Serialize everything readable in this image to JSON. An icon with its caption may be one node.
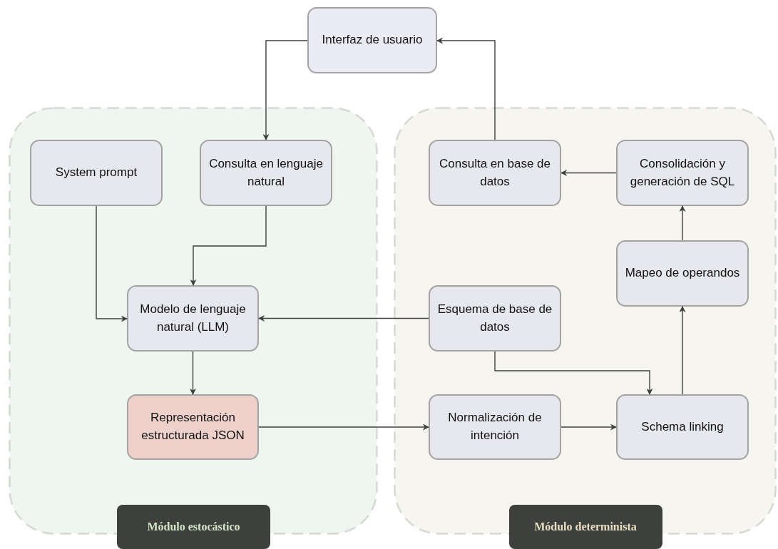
{
  "diagram": {
    "nodes": [
      {
        "text": [
          "Interfaz de usuario"
        ]
      },
      {
        "text": [
          "Módulo estocástico"
        ]
      },
      {
        "text": [
          "System prompt"
        ],
        "in": 1
      },
      {
        "text": [
          "Consulta en lenguaje natural"
        ],
        "in": 1
      },
      {
        "text": [
          "Modelo de lenguaje natural (LLM)"
        ],
        "in": 1
      },
      {
        "text": [
          "Representación estructurada JSON"
        ],
        "in": 1
      },
      {
        "text": [
          "Módulo determinista"
        ]
      },
      {
        "text": [
          "Consulta en base de datos"
        ],
        "in": 6
      },
      {
        "text": [
          "Consolidación y generación de SQL"
        ],
        "in": 6
      },
      {
        "text": [
          "Mapeo de operandos"
        ],
        "in": 6
      },
      {
        "text": [
          "Esquema de base de datos"
        ],
        "in": 6
      },
      {
        "text": [
          "Normalización de intención"
        ],
        "in": 6
      },
      {
        "text": [
          "Schema linking"
        ],
        "in": 6
      }
    ],
    "edges": [
      {
        "from": 0,
        "to": 3,
        "arrow": "to"
      },
      {
        "from": 3,
        "to": 4,
        "arrow": "to"
      },
      {
        "from": 2,
        "to": 4,
        "arrow": "to"
      },
      {
        "from": 10,
        "to": 4,
        "arrow": "to"
      },
      {
        "from": 4,
        "to": 5,
        "arrow": "to"
      },
      {
        "from": 5,
        "to": 11,
        "arrow": "to"
      },
      {
        "from": 11,
        "to": 12,
        "arrow": "to"
      },
      {
        "from": 10,
        "to": 12,
        "arrow": "to"
      },
      {
        "from": 12,
        "to": 9,
        "arrow": "to"
      },
      {
        "from": 9,
        "to": 8,
        "arrow": "to"
      },
      {
        "from": 8,
        "to": 7,
        "arrow": "to"
      },
      {
        "from": 7,
        "to": 0,
        "arrow": "to"
      }
    ]
  }
}
